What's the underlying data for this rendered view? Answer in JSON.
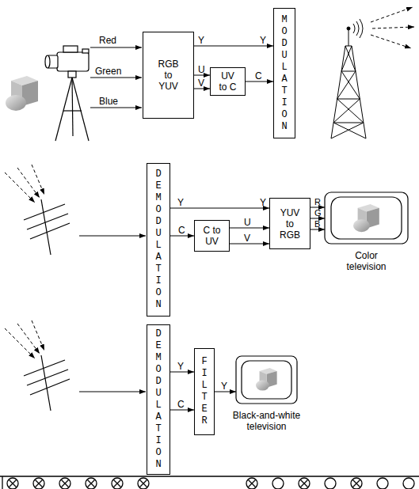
{
  "diagram": {
    "nodes": [
      {
        "text": [
          "RGB to YUV"
        ]
      },
      {
        "text": [
          "UV to C"
        ]
      },
      {
        "text": [
          "MODULATION"
        ]
      },
      {
        "text": [
          "DEMODULATION"
        ]
      },
      {
        "text": [
          "C to UV"
        ]
      },
      {
        "text": [
          "YUV to RGB"
        ]
      },
      {
        "text": [
          "Color television"
        ]
      },
      {
        "text": [
          "DEMODULATION"
        ]
      },
      {
        "text": [
          "FILTER"
        ]
      },
      {
        "text": [
          "Black-and-white television"
        ]
      }
    ],
    "edges": [
      {
        "from": 0,
        "to": 2,
        "label": "Y",
        "arrow": "to"
      },
      {
        "from": 0,
        "to": 1,
        "label": "U",
        "arrow": "to"
      },
      {
        "from": 0,
        "to": 1,
        "label": "V",
        "arrow": "to"
      },
      {
        "from": 1,
        "to": 2,
        "label": "C",
        "arrow": "to"
      },
      {
        "from": 3,
        "to": 5,
        "label": "Y",
        "arrow": "to"
      },
      {
        "from": 3,
        "to": 4,
        "label": "C",
        "arrow": "to"
      },
      {
        "from": 4,
        "to": 5,
        "label": "U",
        "arrow": "to"
      },
      {
        "from": 4,
        "to": 5,
        "label": "V",
        "arrow": "to"
      },
      {
        "from": 5,
        "to": 6,
        "label": "R",
        "arrow": "to"
      },
      {
        "from": 5,
        "to": 6,
        "label": "G",
        "arrow": "to"
      },
      {
        "from": 5,
        "to": 6,
        "label": "B",
        "arrow": "to"
      },
      {
        "from": 7,
        "to": 8,
        "label": "Y",
        "arrow": "to"
      },
      {
        "from": 7,
        "to": 8,
        "label": "C",
        "arrow": "to"
      },
      {
        "from": 8,
        "to": 9,
        "label": "Y",
        "arrow": "to"
      }
    ],
    "labels": [
      "Red",
      "Green",
      "Blue",
      "Y",
      "Y"
    ]
  }
}
